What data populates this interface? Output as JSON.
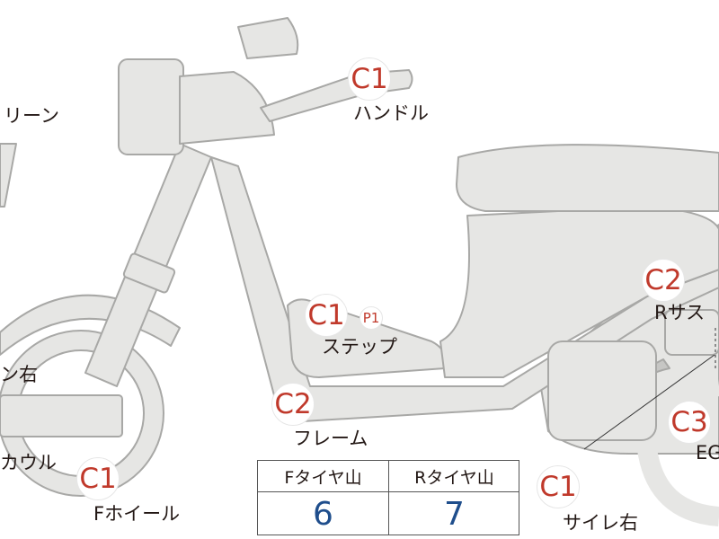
{
  "colors": {
    "body_fill": "#e6e6e4",
    "body_stroke": "#a8a8a6",
    "grade_red": "#c0392b",
    "value_blue": "#1f4e8c"
  },
  "parts": {
    "screen": "リーン",
    "handle": "ハンドル",
    "step": "ステップ",
    "frame": "フレーム",
    "rear_suspension": "Rサス",
    "front_cowl": "カウル",
    "front_wheel": "Fホイール",
    "muffler_right": "サイレ右",
    "engine": "EG",
    "mirror_right": "ン右"
  },
  "grades": {
    "handle": "C1",
    "step": "C1",
    "step_p": "P1",
    "frame": "C2",
    "rear_suspension": "C2",
    "engine": "C3",
    "front_wheel": "C1",
    "muffler": "C1"
  },
  "tread_table": {
    "headers": [
      "Fタイヤ山",
      "Rタイヤ山"
    ],
    "values": [
      "6",
      "7"
    ]
  }
}
